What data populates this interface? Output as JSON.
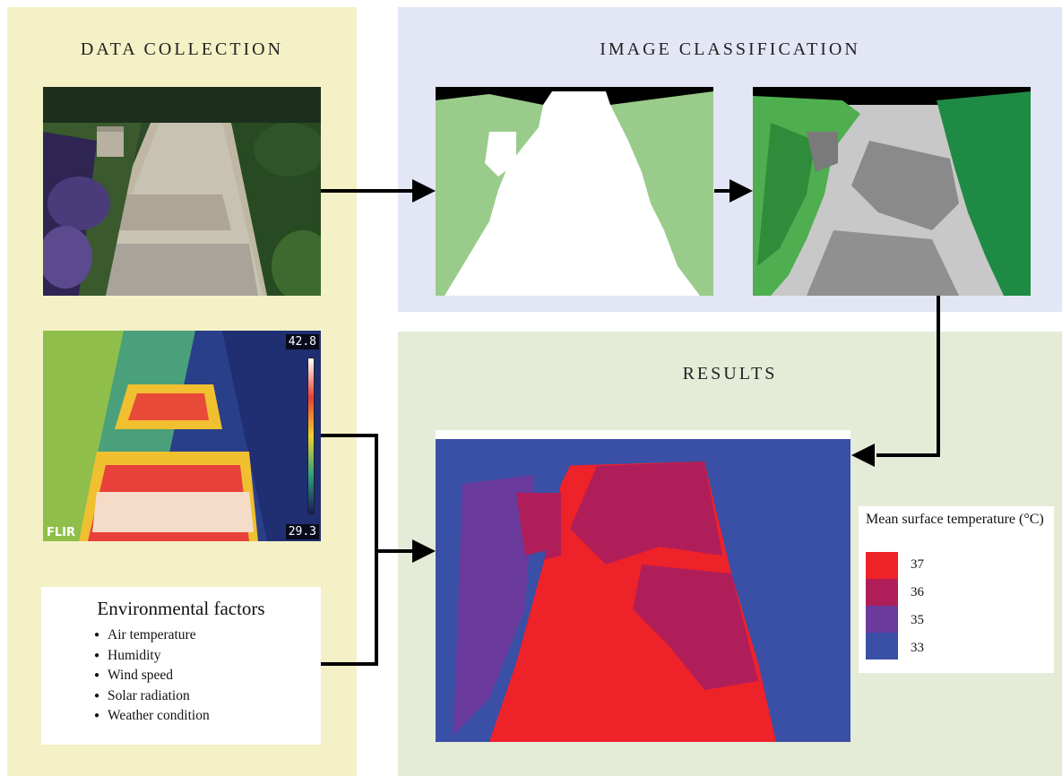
{
  "panels": {
    "data_collection": {
      "title": "DATA COLLECTION",
      "color": "#f4f1c6"
    },
    "image_classification": {
      "title": "IMAGE CLASSIFICATION",
      "color": "#e3e6f4"
    },
    "results": {
      "title": "RESULTS",
      "color": "#e4ecd8"
    }
  },
  "thermal_image": {
    "max_label": "42.8",
    "min_label": "29.3",
    "brand": "FLIR"
  },
  "environmental_factors": {
    "title": "Environmental factors",
    "items": [
      "Air temperature",
      "Humidity",
      "Wind speed",
      "Solar radiation",
      "Weather condition"
    ]
  },
  "legend": {
    "title": "Mean surface temperature (°C)",
    "entries": [
      {
        "label": "37",
        "color": "#ee2229"
      },
      {
        "label": "36",
        "color": "#b01e5a"
      },
      {
        "label": "35",
        "color": "#6a3a9c"
      },
      {
        "label": "33",
        "color": "#3a4fa6"
      }
    ]
  }
}
